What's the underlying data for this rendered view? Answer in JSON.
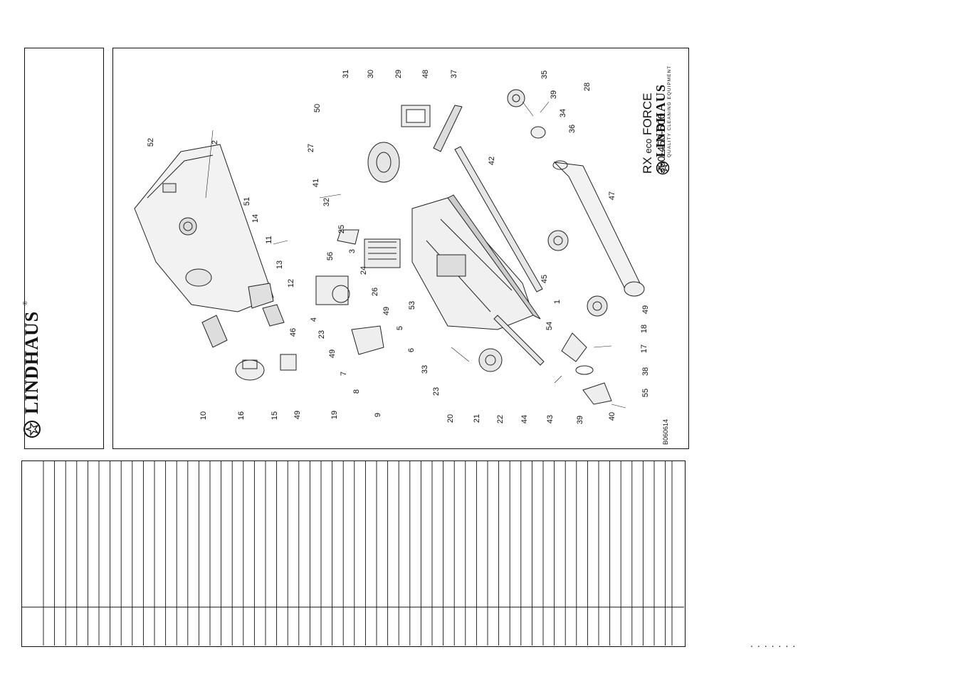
{
  "brand": {
    "name": "LINDHAUS",
    "registered": "®",
    "tagline": "QUALITY CLEANING EQUIPMENT"
  },
  "title": {
    "model_prefix": "RX",
    "model_mid": "eco",
    "model_suffix": "FORCE",
    "variants": "380-450-500"
  },
  "drawing_code": "B060614",
  "part_labels": [
    "52",
    "2",
    "51",
    "14",
    "11",
    "13",
    "12",
    "56",
    "3",
    "31",
    "30",
    "29",
    "48",
    "37",
    "50",
    "27",
    "41",
    "32",
    "25",
    "24",
    "26",
    "49",
    "53",
    "42",
    "35",
    "39",
    "34",
    "28",
    "36",
    "47",
    "45",
    "49",
    "18",
    "17",
    "38",
    "55",
    "40",
    "39",
    "43",
    "44",
    "22",
    "21",
    "20",
    "33",
    "54",
    "1",
    "46",
    "4",
    "23",
    "49",
    "5",
    "6",
    "7",
    "8",
    "23",
    "9",
    "19",
    "49",
    "15",
    "16",
    "10"
  ],
  "footer_dots": "......."
}
